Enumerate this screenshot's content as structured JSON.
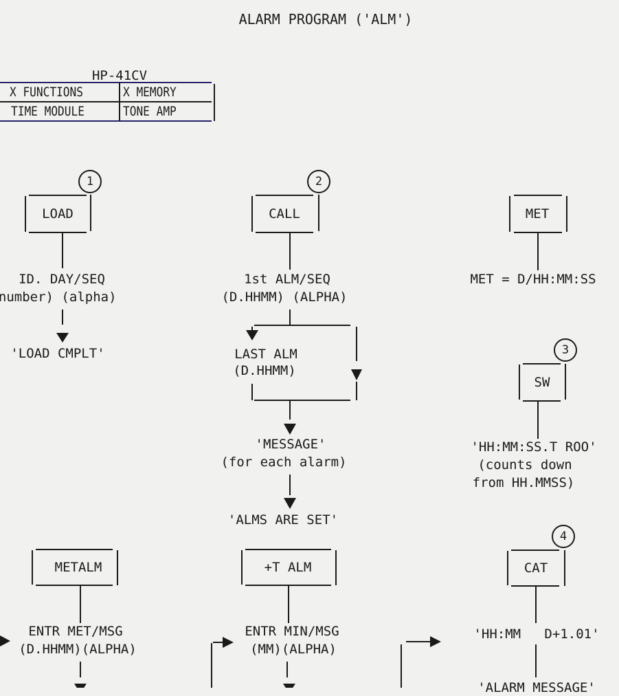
{
  "title": "ALARM PROGRAM ('ALM')",
  "requirements": {
    "heading": "HP-41CV",
    "cells": [
      [
        "X FUNCTIONS",
        "X MEMORY"
      ],
      [
        "TIME MODULE",
        "TONE AMP"
      ]
    ]
  },
  "nodes": {
    "load": {
      "label": "LOAD",
      "number": "1",
      "outputs": [
        "ID. DAY/SEQ",
        "(number) (alpha)"
      ],
      "result": "'LOAD CMPLT'"
    },
    "call": {
      "label": "CALL",
      "number": "2",
      "outputs": [
        "1st ALM/SEQ",
        "(D.HHMM) (ALPHA)"
      ],
      "branch": [
        "LAST ALM",
        "(D.HHMM)"
      ],
      "message": [
        "'MESSAGE'",
        "(for each alarm)"
      ],
      "result": "'ALMS ARE SET'"
    },
    "met": {
      "label": "MET",
      "output": "MET = D/HH:MM:SS"
    },
    "sw": {
      "label": "SW",
      "number": "3",
      "outputs": [
        "'HH:MM:SS.T ROO'",
        "(counts down",
        "from HH.MMSS)"
      ]
    },
    "metalm": {
      "label": "METALM",
      "outputs": [
        "ENTR MET/MSG",
        "(D.HHMM)(ALPHA)"
      ]
    },
    "talm": {
      "label": "+T ALM",
      "outputs": [
        "ENTR MIN/MSG",
        "(MM)(ALPHA)"
      ]
    },
    "cat": {
      "label": "CAT",
      "number": "4",
      "output": "'HH:MM   D+1.01'",
      "result": "'ALARM MESSAGE'"
    }
  }
}
